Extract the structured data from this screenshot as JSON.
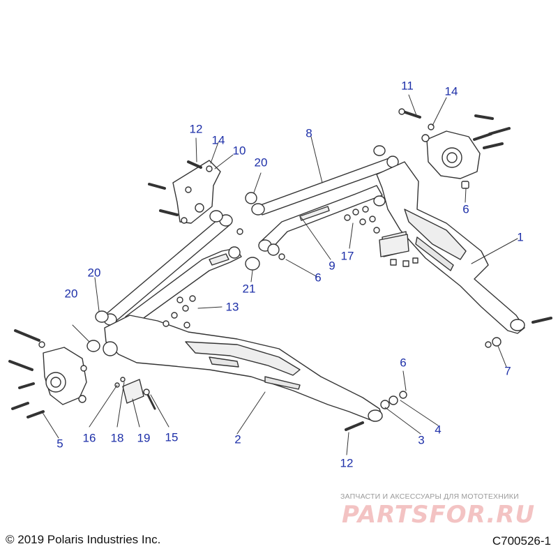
{
  "diagram": {
    "callouts": [
      {
        "id": "c1",
        "text": "1"
      },
      {
        "id": "c2",
        "text": "2"
      },
      {
        "id": "c3",
        "text": "3"
      },
      {
        "id": "c4",
        "text": "4"
      },
      {
        "id": "c5",
        "text": "5"
      },
      {
        "id": "c6a",
        "text": "6"
      },
      {
        "id": "c6b",
        "text": "6"
      },
      {
        "id": "c6c",
        "text": "6"
      },
      {
        "id": "c7",
        "text": "7"
      },
      {
        "id": "c8",
        "text": "8"
      },
      {
        "id": "c9",
        "text": "9"
      },
      {
        "id": "c10",
        "text": "10"
      },
      {
        "id": "c11",
        "text": "11"
      },
      {
        "id": "c12a",
        "text": "12"
      },
      {
        "id": "c12b",
        "text": "12"
      },
      {
        "id": "c13",
        "text": "13"
      },
      {
        "id": "c14a",
        "text": "14"
      },
      {
        "id": "c14b",
        "text": "14"
      },
      {
        "id": "c15",
        "text": "15"
      },
      {
        "id": "c16",
        "text": "16"
      },
      {
        "id": "c17",
        "text": "17"
      },
      {
        "id": "c18",
        "text": "18"
      },
      {
        "id": "c19",
        "text": "19"
      },
      {
        "id": "c20a",
        "text": "20"
      },
      {
        "id": "c20b",
        "text": "20"
      },
      {
        "id": "c20c",
        "text": "20"
      },
      {
        "id": "c21",
        "text": "21"
      }
    ],
    "callout_color": "#1d2fa8",
    "line_color": "#333333"
  },
  "footer": {
    "copyright": "© 2019 Polaris Industries Inc.",
    "code": "C700526-1"
  },
  "watermark": {
    "tagline": "ЗАПЧАСТИ И АКСЕССУАРЫ ДЛЯ МОТОТЕХНИКИ",
    "logo": "PARTSFOR.RU"
  }
}
